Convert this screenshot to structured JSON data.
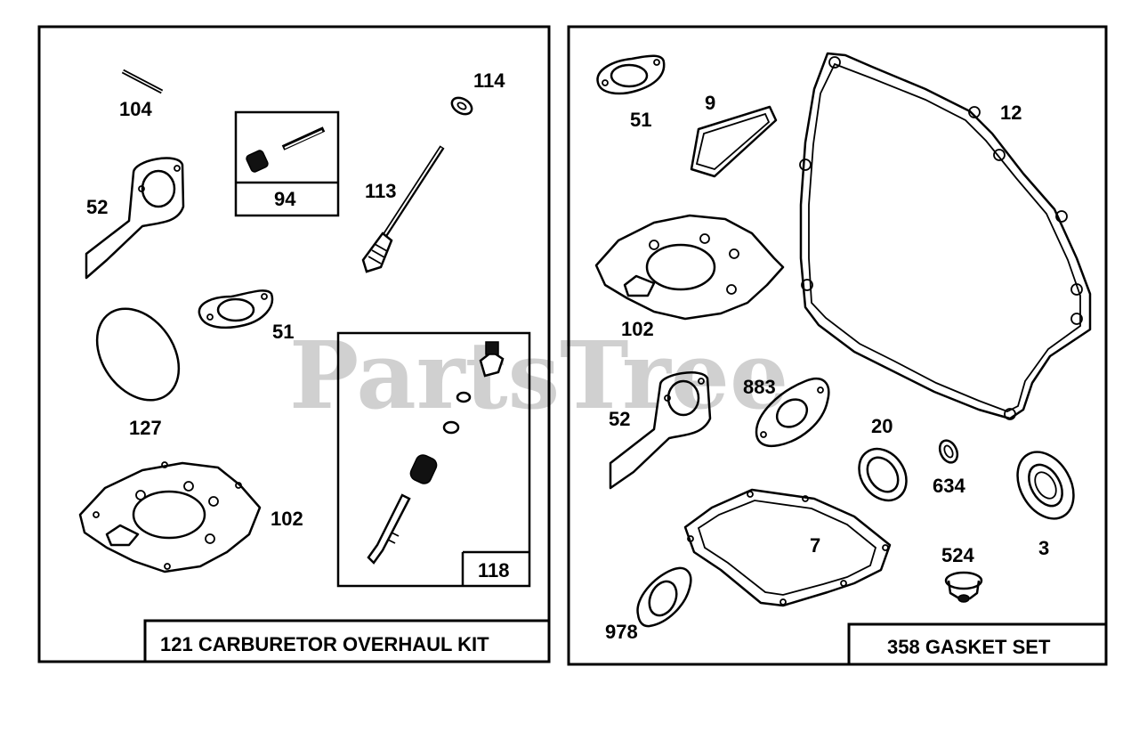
{
  "watermark": "PartsTree",
  "left_panel": {
    "title": "121 CARBURETOR OVERHAUL KIT",
    "labels": {
      "p104": "104",
      "p94": "94",
      "p114": "114",
      "p113": "113",
      "p52": "52",
      "p51": "51",
      "p127": "127",
      "p102": "102",
      "p118": "118"
    }
  },
  "right_panel": {
    "title": "358 GASKET SET",
    "labels": {
      "p51": "51",
      "p9": "9",
      "p12": "12",
      "p102": "102",
      "p52": "52",
      "p883": "883",
      "p20": "20",
      "p634": "634",
      "p3": "3",
      "p7": "7",
      "p524": "524",
      "p978": "978"
    }
  }
}
